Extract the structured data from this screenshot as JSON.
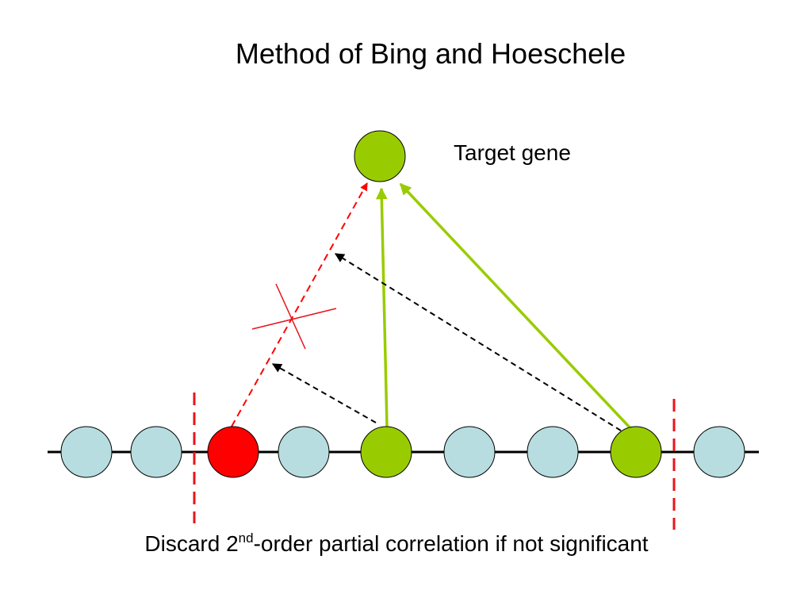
{
  "title": "Method of Bing and Hoeschele",
  "target_label": "Target gene",
  "caption": {
    "before": "Discard 2",
    "superscript": "nd",
    "after": "-order partial correlation if not significant"
  },
  "colors": {
    "background": "#ffffff",
    "gene_default": "#b7dde0",
    "gene_selected": "#99cc00",
    "gene_discarded": "#ff0000",
    "edge_selected": "#99cc00",
    "edge_discarded": "#ff0000",
    "edge_conditioning": "#000000",
    "window_boundary": "#e8141b",
    "chromosome_line": "#000000"
  },
  "genes": [
    {
      "id": "gene-1",
      "state": "default"
    },
    {
      "id": "gene-2",
      "state": "default"
    },
    {
      "id": "gene-3",
      "state": "discarded"
    },
    {
      "id": "gene-4",
      "state": "default"
    },
    {
      "id": "gene-5",
      "state": "selected"
    },
    {
      "id": "gene-6",
      "state": "default"
    },
    {
      "id": "gene-7",
      "state": "default"
    },
    {
      "id": "gene-8",
      "state": "selected"
    },
    {
      "id": "gene-9",
      "state": "default"
    }
  ],
  "target_gene": {
    "id": "target-gene",
    "state": "selected"
  },
  "edges": [
    {
      "id": "edge-gene3-target",
      "from": "gene-3",
      "to": "target-gene",
      "style": "dashed",
      "kind": "discarded"
    },
    {
      "id": "edge-gene5-target",
      "from": "gene-5",
      "to": "target-gene",
      "style": "solid",
      "kind": "selected"
    },
    {
      "id": "edge-gene8-target",
      "from": "gene-8",
      "to": "target-gene",
      "style": "solid",
      "kind": "selected"
    },
    {
      "id": "edge-gene5-conditioning",
      "from": "gene-5",
      "to": "edge-gene3-target",
      "style": "dashed",
      "kind": "conditioning"
    },
    {
      "id": "edge-gene8-conditioning",
      "from": "gene-8",
      "to": "edge-gene3-target",
      "style": "dashed",
      "kind": "conditioning"
    }
  ],
  "crossed_out_edge": "edge-gene3-target",
  "window": {
    "left_of": "gene-3",
    "right_of": "gene-8"
  }
}
